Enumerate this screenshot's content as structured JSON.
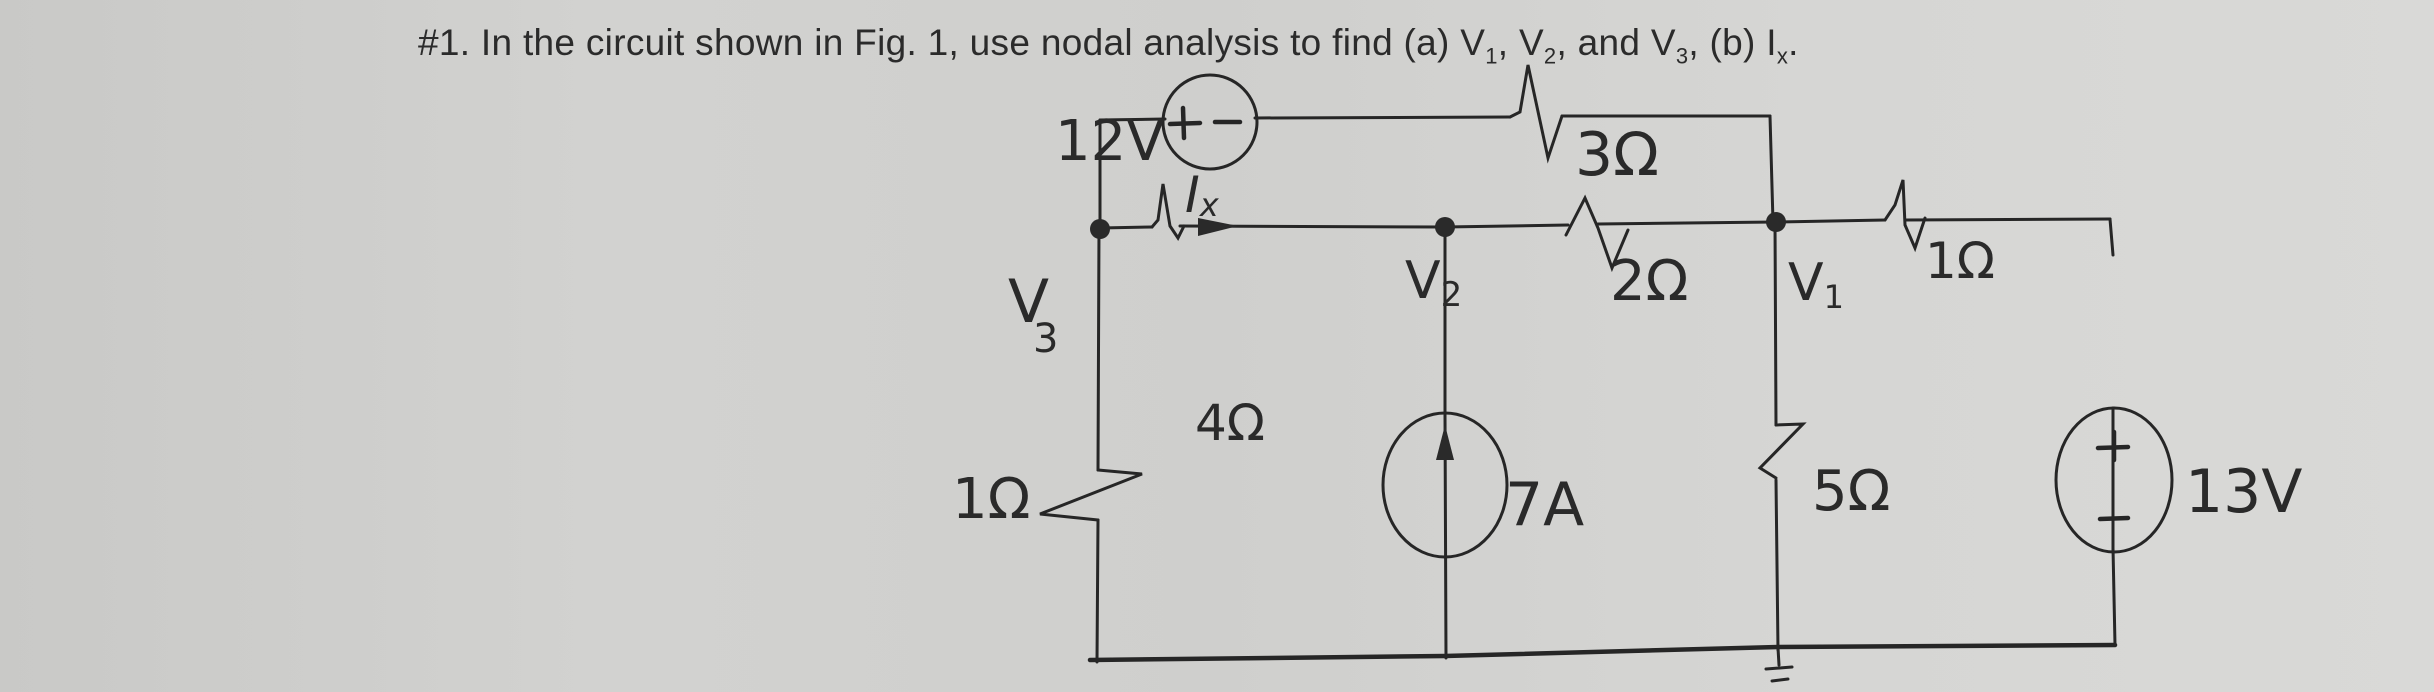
{
  "problem": {
    "number": "#1.",
    "text_before": " In the circuit shown in Fig. 1, use nodal analysis to find (a) V",
    "sub1": "1",
    "sep1": ", V",
    "sub2": "2",
    "sep2": ", and V",
    "sub3": "3",
    "sep3": ", (b) I",
    "subx": "x",
    "end": "."
  },
  "circuit": {
    "title": "Fig. 1",
    "nodes": {
      "v1": "V1",
      "v2": "V2",
      "v3": "V3"
    },
    "labels": {
      "v3_main": "V",
      "v3_sub": "3",
      "v2_main": "V",
      "v2_sub": "2",
      "v1_main": "V",
      "v1_sub": "1",
      "ix_main": "I",
      "ix_sub": "x"
    },
    "components": {
      "source_12v": {
        "label": "12V",
        "type": "voltage-source",
        "polarity": "+ left, − right",
        "plus": "+",
        "minus": "−"
      },
      "r_3ohm": {
        "label": "3Ω",
        "type": "resistor"
      },
      "r_2ohm": {
        "label": "2Ω",
        "type": "resistor"
      },
      "r_4ohm": {
        "label": "4Ω",
        "type": "resistor"
      },
      "r_1ohm_top": {
        "label": "1Ω",
        "type": "resistor"
      },
      "r_1ohm_left": {
        "label": "1Ω",
        "type": "resistor"
      },
      "r_5ohm": {
        "label": "5Ω",
        "type": "resistor"
      },
      "source_7a": {
        "label": "7A",
        "type": "current-source",
        "direction": "up"
      },
      "source_13v": {
        "label": "13V",
        "type": "voltage-source",
        "polarity": "+ top, − bottom",
        "plus": "+",
        "minus": "−"
      }
    },
    "ground": "ground-symbol at bottom of 5Ω branch"
  },
  "colors": {
    "paper": "#d0d0ce",
    "ink": "#262626"
  }
}
